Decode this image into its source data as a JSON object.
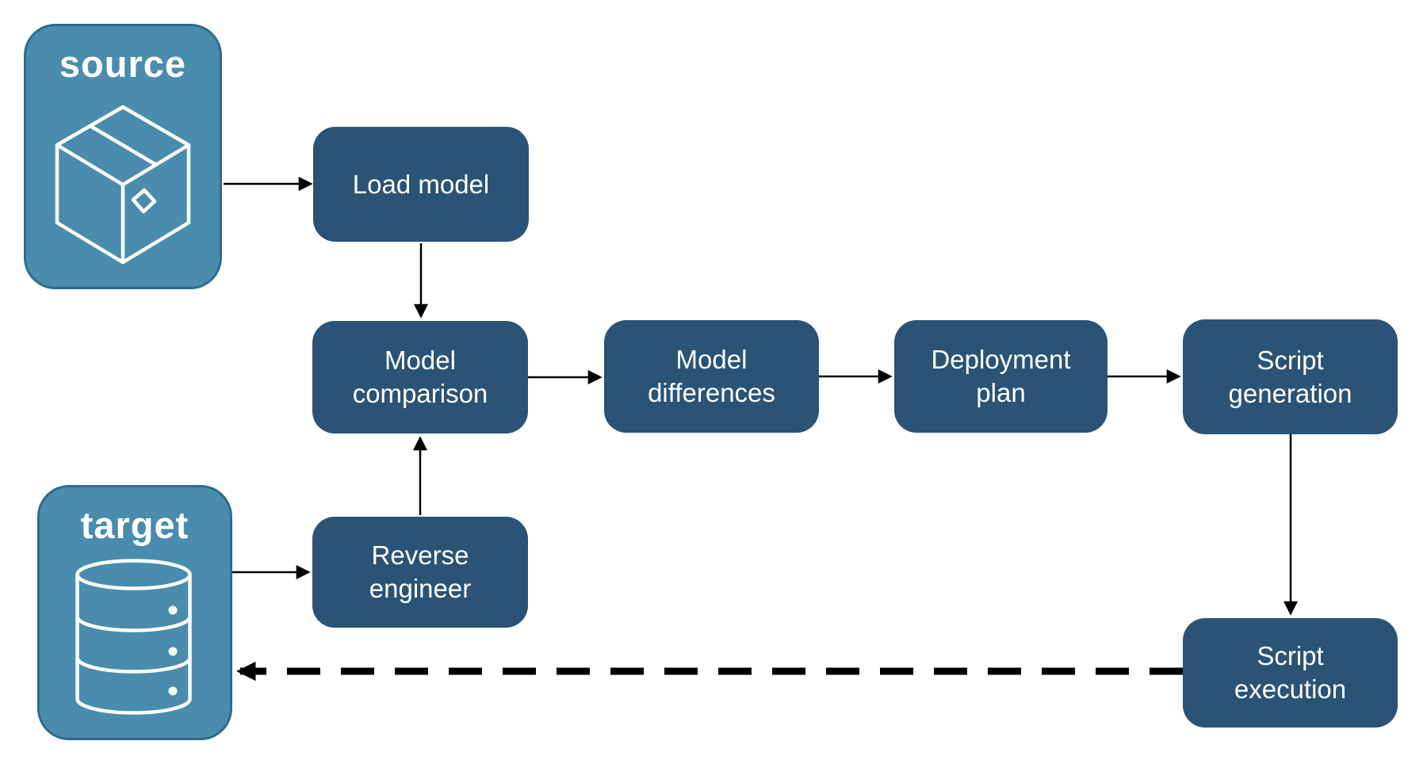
{
  "diagram": {
    "colors": {
      "background": "#ffffff",
      "group_fill": "#4a8cad",
      "group_border": "#2d6c8c",
      "node_fill": "#2a5375",
      "text": "#ffffff",
      "arrow": "#000000"
    },
    "groups": {
      "source": {
        "label": "source",
        "icon": "package-icon"
      },
      "target": {
        "label": "target",
        "icon": "database-icon"
      }
    },
    "nodes": {
      "load_model": {
        "label": "Load model"
      },
      "model_comparison": {
        "label": "Model\ncomparison"
      },
      "model_differences": {
        "label": "Model\ndifferences"
      },
      "deployment_plan": {
        "label": "Deployment\nplan"
      },
      "script_generation": {
        "label": "Script\ngeneration"
      },
      "reverse_engineer": {
        "label": "Reverse\nengineer"
      },
      "script_execution": {
        "label": "Script\nexecution"
      }
    },
    "edges": [
      {
        "from": "source",
        "to": "load_model",
        "style": "solid"
      },
      {
        "from": "load_model",
        "to": "model_comparison",
        "style": "solid"
      },
      {
        "from": "model_comparison",
        "to": "model_differences",
        "style": "solid"
      },
      {
        "from": "model_differences",
        "to": "deployment_plan",
        "style": "solid"
      },
      {
        "from": "deployment_plan",
        "to": "script_generation",
        "style": "solid"
      },
      {
        "from": "script_generation",
        "to": "script_execution",
        "style": "solid"
      },
      {
        "from": "target",
        "to": "reverse_engineer",
        "style": "solid"
      },
      {
        "from": "reverse_engineer",
        "to": "model_comparison",
        "style": "solid"
      },
      {
        "from": "script_execution",
        "to": "target",
        "style": "dashed"
      }
    ]
  }
}
